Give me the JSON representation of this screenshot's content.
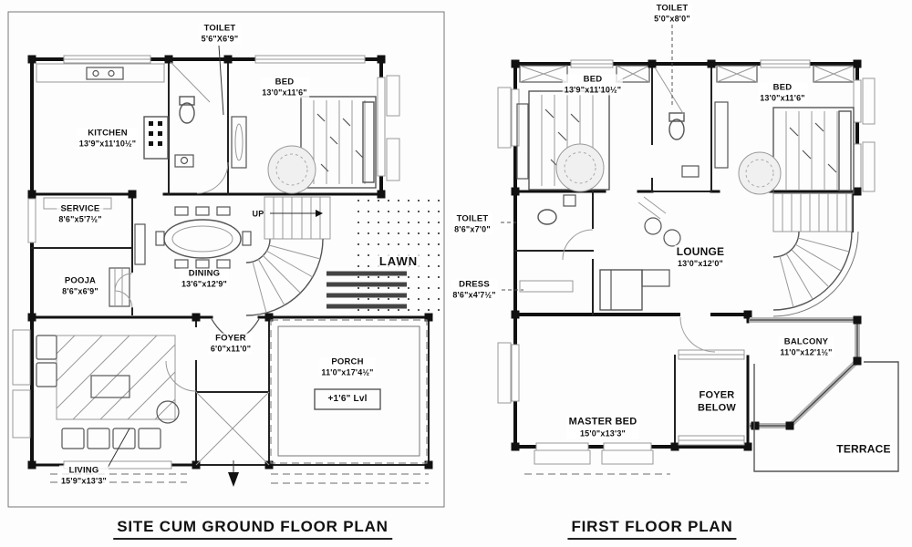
{
  "ground_floor": {
    "title": "SITE CUM GROUND FLOOR PLAN",
    "toilet": {
      "name": "TOILET",
      "dims": "5'6\"X6'9\""
    },
    "kitchen": {
      "name": "KITCHEN",
      "dims": "13'9\"x11'10½\""
    },
    "bed": {
      "name": "BED",
      "dims": "13'0\"x11'6\""
    },
    "service": {
      "name": "SERVICE",
      "dims": "8'6\"x5'7½\""
    },
    "pooja": {
      "name": "POOJA",
      "dims": "8'6\"x6'9\""
    },
    "dining": {
      "name": "DINING",
      "dims": "13'6\"x12'9\""
    },
    "up": {
      "name": "UP"
    },
    "lawn": {
      "name": "LAWN"
    },
    "foyer": {
      "name": "FOYER",
      "dims": "6'0\"x11'0\""
    },
    "porch": {
      "name": "PORCH",
      "dims": "11'0\"x17'4½\"",
      "level": "+1'6\" Lvl"
    },
    "living": {
      "name": "LIVING",
      "dims": "15'9\"x13'3\""
    }
  },
  "first_floor": {
    "title": "FIRST FLOOR PLAN",
    "toilet_top": {
      "name": "TOILET",
      "dims": "5'0\"x8'0\""
    },
    "bed_left": {
      "name": "BED",
      "dims": "13'9\"x11'10½\""
    },
    "bed_right": {
      "name": "BED",
      "dims": "13'0\"x11'6\""
    },
    "toilet_mid": {
      "name": "TOILET",
      "dims": "8'6\"x7'0\""
    },
    "dress": {
      "name": "DRESS",
      "dims": "8'6\"x4'7½\""
    },
    "lounge": {
      "name": "LOUNGE",
      "dims": "13'0\"x12'0\""
    },
    "master_bed": {
      "name": "MASTER BED",
      "dims": "15'0\"x13'3\""
    },
    "foyer_below": {
      "name": "FOYER BELOW"
    },
    "balcony": {
      "name": "BALCONY",
      "dims": "11'0\"x12'1½\""
    },
    "terrace": {
      "name": "TERRACE"
    }
  },
  "colors": {
    "ink": "#111111",
    "wall": "#111111",
    "light_line": "#888888",
    "paper": "#fdfdfd"
  }
}
